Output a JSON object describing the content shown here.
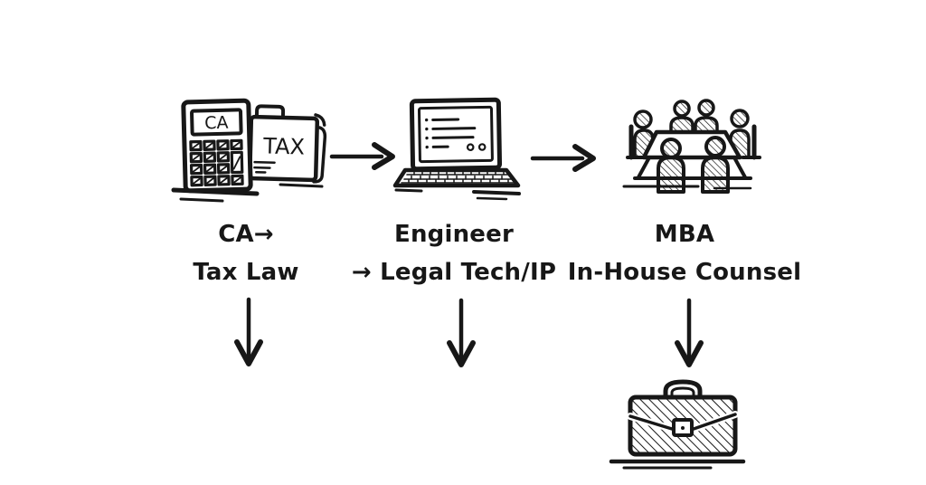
{
  "colors": {
    "background": "#ffffff",
    "ink": "#171717"
  },
  "stages": [
    {
      "icon": "calculator-tax-folder-icon",
      "calculator_display": "CA",
      "folder_label": "TAX",
      "label_line1": "CA→",
      "label_line2": "Tax Law"
    },
    {
      "icon": "laptop-icon",
      "label_line1": "Engineer",
      "label_line2": "→ Legal Tech/IP"
    },
    {
      "icon": "meeting-table-icon",
      "label_line1": "MBA",
      "label_line2": "In-House Counsel"
    }
  ],
  "connectors": {
    "horizontal_arrows": [
      "arrow-right-icon",
      "arrow-right-icon"
    ],
    "vertical_arrows": [
      "arrow-down-icon",
      "arrow-down-icon",
      "arrow-down-icon"
    ]
  },
  "outcome": {
    "icon": "briefcase-icon"
  }
}
